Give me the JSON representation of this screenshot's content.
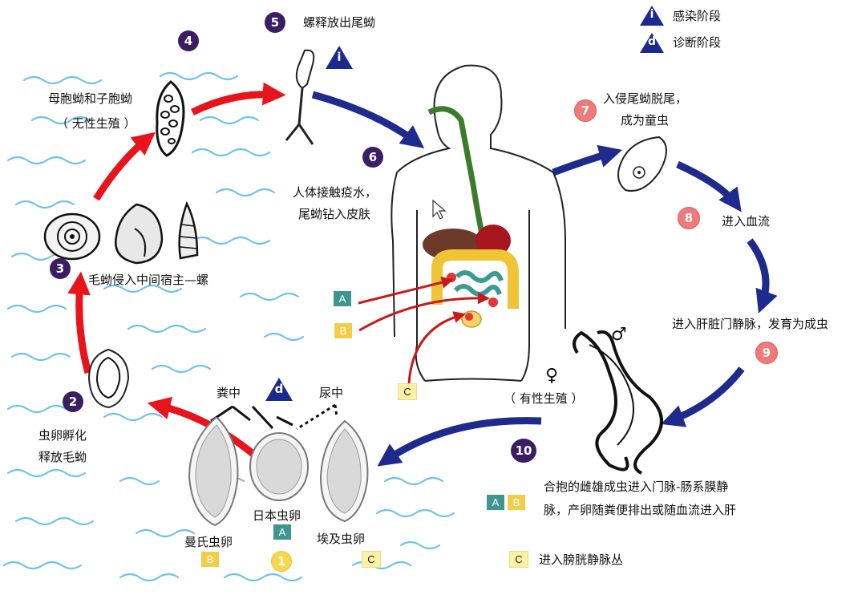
{
  "legend": {
    "infective_symbol": "i",
    "infective_label": "感染阶段",
    "diagnostic_symbol": "d",
    "diagnostic_label": "诊断阶段"
  },
  "steps": {
    "s1": "1",
    "s2": "2",
    "s3": "3",
    "s4": "4",
    "s5": "5",
    "s6": "6",
    "s7": "7",
    "s8": "8",
    "s9": "9",
    "s10": "10"
  },
  "labels": {
    "sporocyst_line1": "母胞蚴和子胞蚴",
    "sporocyst_line2": "（ 无性生殖 ）",
    "cercaria_release": "螺释放出尾蚴",
    "human_contact_line1": "人体接触疫水，",
    "human_contact_line2": "尾蚴钻入皮肤",
    "miracidia_snail": "毛蚴侵入中间宿主—螺",
    "egg_hatch_line1": "虫卵孵化",
    "egg_hatch_line2": "释放毛蚴",
    "feces": "粪中",
    "urine": "尿中",
    "mansoni_egg": "曼氏虫卵",
    "japonicum_egg": "日本虫卵",
    "haematobium_egg": "埃及虫卵",
    "tail_shed_line1": "入侵尾蚴脱尾，",
    "tail_shed_line2": "成为童虫",
    "enter_blood": "进入血流",
    "portal_vein": "进入肝脏门静脉，发育为成虫",
    "sexual_reproduction": "（ 有性生殖 ）",
    "pairing_line1": "合抱的雌雄成虫进入门脉-肠系膜静",
    "pairing_line2": "脉，产卵随粪便排出或随血流进入肝",
    "bladder_plexus": "进入膀胱静脉丛",
    "female_symbol": "♀",
    "male_symbol": "♂"
  },
  "species_tags": {
    "A": "A",
    "B": "B",
    "C": "C"
  },
  "colors": {
    "dark_marker": "#3a1d63",
    "red_marker": "#ef7a7a",
    "water_wave": "#6ec3ea",
    "red_arrow": "#e8141b",
    "blue_arrow": "#1f2b8c",
    "tag_teal": "#3e9690",
    "tag_gold": "#f4cd48",
    "tag_pale": "#fbf2a6"
  }
}
